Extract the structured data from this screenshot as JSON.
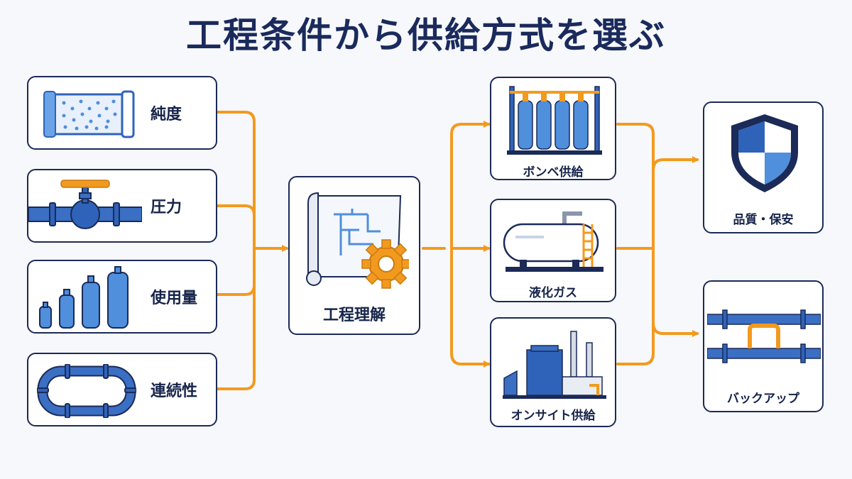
{
  "title": "工程条件から供給方式を選ぶ",
  "inputs": [
    {
      "label": "純度",
      "icon": "filter-cartridge-icon"
    },
    {
      "label": "圧力",
      "icon": "pipe-valve-icon"
    },
    {
      "label": "使用量",
      "icon": "gas-cylinders-icon"
    },
    {
      "label": "連続性",
      "icon": "pipe-loop-icon"
    }
  ],
  "center": {
    "label": "工程理解",
    "icon": "blueprint-gear-icon"
  },
  "supply_methods": [
    {
      "label": "ボンベ供給",
      "icon": "cylinder-rack-icon"
    },
    {
      "label": "液化ガス",
      "icon": "storage-tank-icon"
    },
    {
      "label": "オンサイト供給",
      "icon": "onsite-plant-icon"
    }
  ],
  "outcomes": [
    {
      "label": "品質・保安",
      "icon": "shield-icon"
    },
    {
      "label": "バックアップ",
      "icon": "bypass-pipe-icon"
    }
  ],
  "colors": {
    "navy": "#1b2a57",
    "blue": "#2f63b9",
    "light_blue": "#4f8fdc",
    "orange": "#f29a1f"
  }
}
